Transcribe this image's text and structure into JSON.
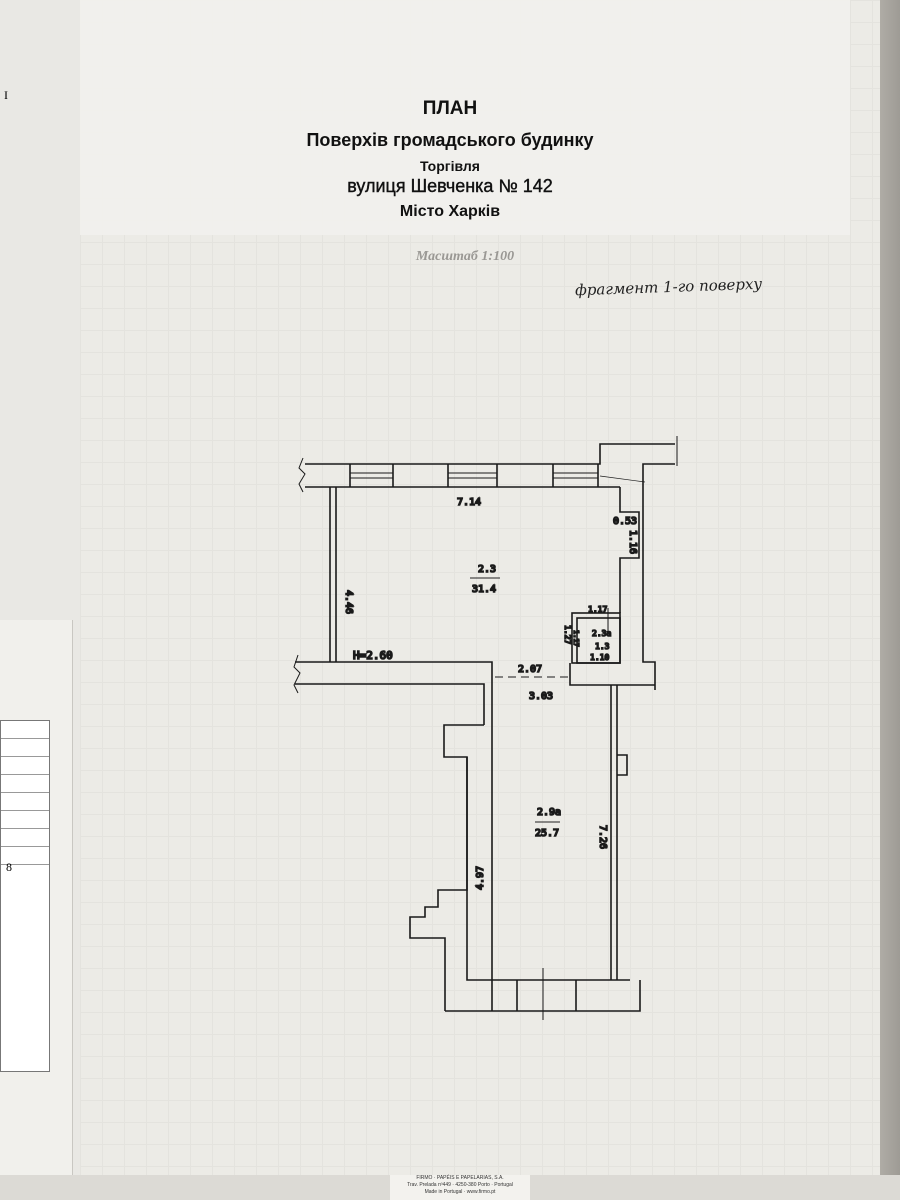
{
  "header": {
    "title": "ПЛАН",
    "subtitle": "Поверхів громадського будинку",
    "purpose": "Торгівля",
    "address": "вулиця Шевченка № 142",
    "city": "Місто Харків",
    "scale": "Масштаб 1:100"
  },
  "handwritten_note": "фрагмент 1-го поверху",
  "plan": {
    "room_main": {
      "number": "2.3",
      "area": "31.4"
    },
    "room_small": {
      "number": "2.3а",
      "area": "1.3"
    },
    "room_lower": {
      "number": "2.9а",
      "area": "25.7"
    },
    "height": "H=2.60",
    "dimensions": {
      "top": "7.14",
      "left_main": "4.46",
      "niche_w": "0.53",
      "niche_h": "1.16",
      "small_top": "1.17",
      "small_left_outer": "1.27",
      "small_left_inner": "1.17",
      "small_bottom": "1.10",
      "opening": "2.07",
      "lower_top": "3.03",
      "lower_left": "4.97",
      "lower_right": "7.26"
    }
  },
  "side_sheet": {
    "mark": "I",
    "number": "8"
  },
  "footer": {
    "line1": "FIRMO · PAPÉIS E PAPELARIAS, S.A.",
    "line2": "Trav. Prelada nº449 · 4250-380 Porto · Portugal",
    "line3": "Made in Portugal · www.firmo.pt"
  }
}
